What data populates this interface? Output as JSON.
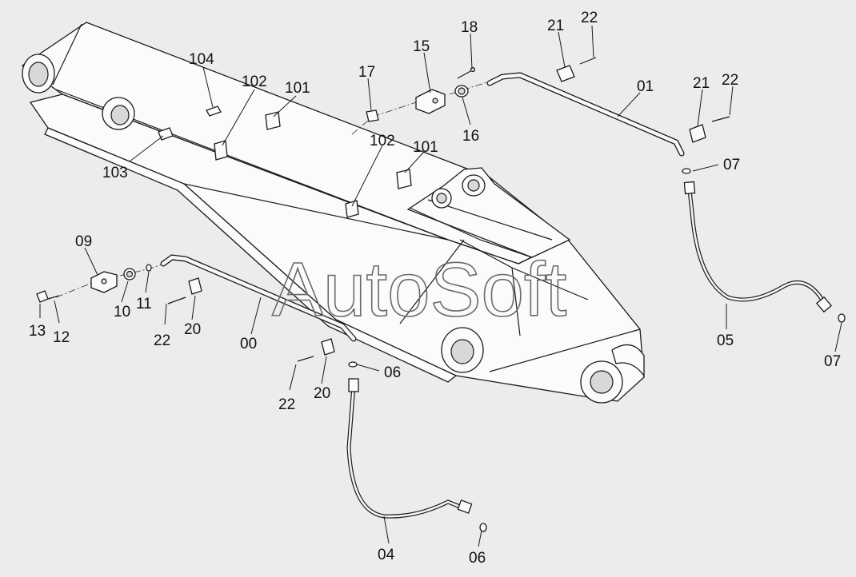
{
  "watermark": "AutoSoft",
  "colors": {
    "background": "#ececec",
    "line": "#1a1a1a",
    "watermark": "#6a6a6a"
  },
  "callouts": [
    {
      "id": "c-104",
      "text": "104"
    },
    {
      "id": "c-102a",
      "text": "102"
    },
    {
      "id": "c-101a",
      "text": "101"
    },
    {
      "id": "c-103",
      "text": "103"
    },
    {
      "id": "c-17",
      "text": "17"
    },
    {
      "id": "c-15",
      "text": "15"
    },
    {
      "id": "c-18",
      "text": "18"
    },
    {
      "id": "c-16",
      "text": "16"
    },
    {
      "id": "c-21a",
      "text": "21"
    },
    {
      "id": "c-22a",
      "text": "22"
    },
    {
      "id": "c-01",
      "text": "01"
    },
    {
      "id": "c-21b",
      "text": "21"
    },
    {
      "id": "c-22b",
      "text": "22"
    },
    {
      "id": "c-07a",
      "text": "07"
    },
    {
      "id": "c-102b",
      "text": "102"
    },
    {
      "id": "c-101b",
      "text": "101"
    },
    {
      "id": "c-09",
      "text": "09"
    },
    {
      "id": "c-13",
      "text": "13"
    },
    {
      "id": "c-12",
      "text": "12"
    },
    {
      "id": "c-10",
      "text": "10"
    },
    {
      "id": "c-11",
      "text": "11"
    },
    {
      "id": "c-22c",
      "text": "22"
    },
    {
      "id": "c-20a",
      "text": "20"
    },
    {
      "id": "c-00",
      "text": "00"
    },
    {
      "id": "c-06a",
      "text": "06"
    },
    {
      "id": "c-22d",
      "text": "22"
    },
    {
      "id": "c-20b",
      "text": "20"
    },
    {
      "id": "c-05",
      "text": "05"
    },
    {
      "id": "c-07b",
      "text": "07"
    },
    {
      "id": "c-04",
      "text": "04"
    },
    {
      "id": "c-06b",
      "text": "06"
    }
  ]
}
